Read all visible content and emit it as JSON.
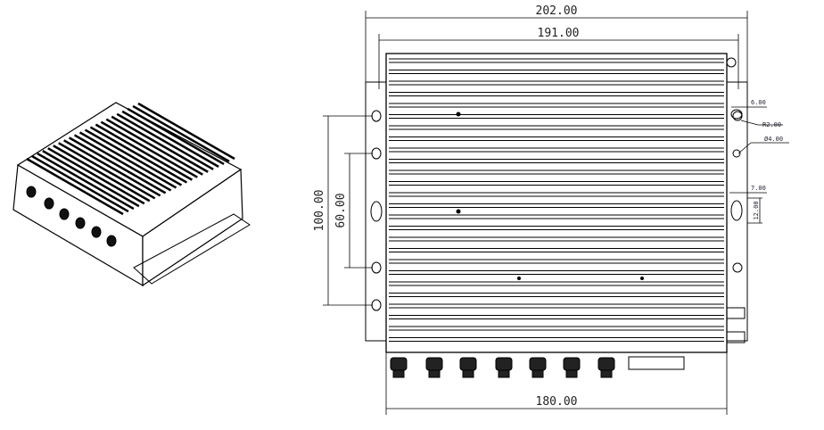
{
  "dimensions": {
    "overall_width": "202.00",
    "body_width": "191.00",
    "bottom_width": "180.00",
    "outer_hole_spacing": "100.00",
    "inner_hole_spacing": "60.00",
    "slot_width": "6.00",
    "slot_radius": "R2.00",
    "hole_diameter": "Ø4.00",
    "keyhole_width": "7.00",
    "keyhole_height": "12.00"
  },
  "colors": {
    "line": "#000000",
    "dim_text": "#222222"
  }
}
